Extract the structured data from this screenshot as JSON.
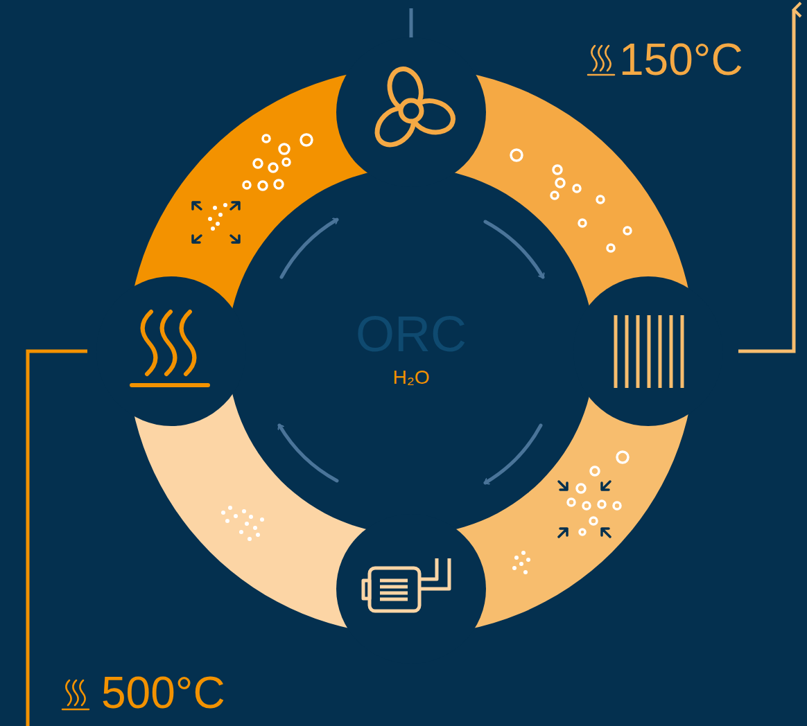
{
  "diagram": {
    "labels": [
      "ORC",
      "H₂O",
      "150°C",
      "500°C"
    ]
  }
}
